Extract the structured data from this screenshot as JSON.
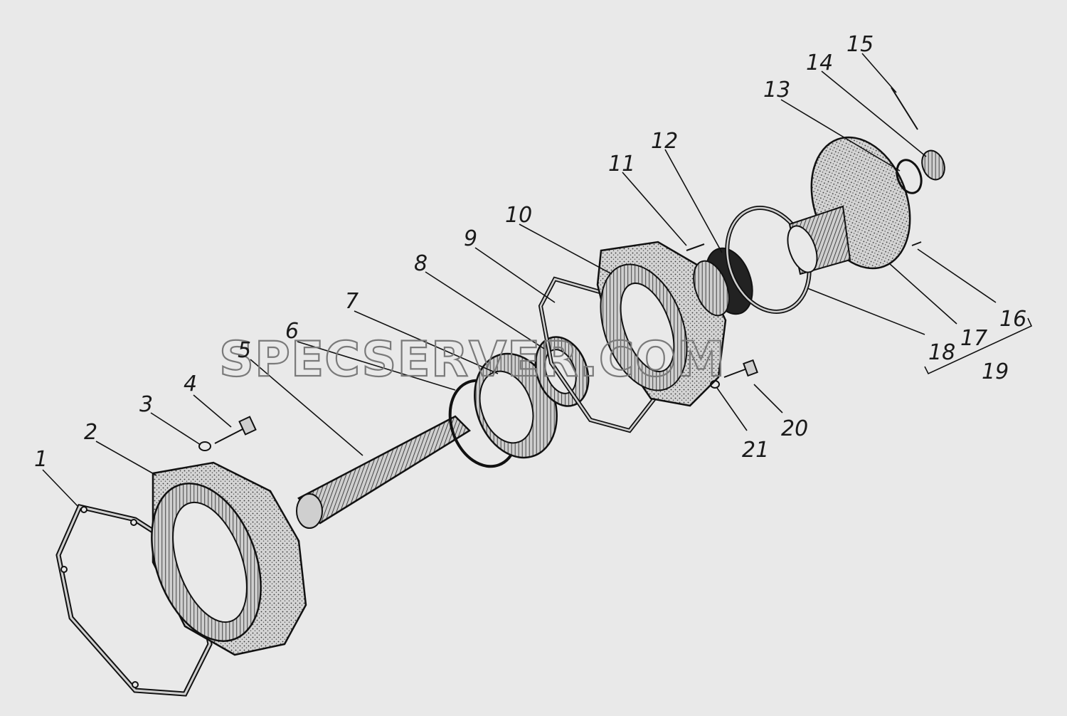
{
  "callouts": [
    {
      "id": "1",
      "label": "1"
    },
    {
      "id": "2",
      "label": "2"
    },
    {
      "id": "3",
      "label": "3"
    },
    {
      "id": "4",
      "label": "4"
    },
    {
      "id": "5",
      "label": "5"
    },
    {
      "id": "6",
      "label": "6"
    },
    {
      "id": "7",
      "label": "7"
    },
    {
      "id": "8",
      "label": "8"
    },
    {
      "id": "9",
      "label": "9"
    },
    {
      "id": "10",
      "label": "10"
    },
    {
      "id": "11",
      "label": "11"
    },
    {
      "id": "12",
      "label": "12"
    },
    {
      "id": "13",
      "label": "13"
    },
    {
      "id": "14",
      "label": "14"
    },
    {
      "id": "15",
      "label": "15"
    },
    {
      "id": "16",
      "label": "16"
    },
    {
      "id": "17",
      "label": "17"
    },
    {
      "id": "18",
      "label": "18"
    },
    {
      "id": "19",
      "label": "19"
    },
    {
      "id": "20",
      "label": "20"
    },
    {
      "id": "21",
      "label": "21"
    }
  ],
  "watermark": "SPECSERVER.COM",
  "colors": {
    "background": "#e9e9e9",
    "ink": "#111111",
    "watermark": "#7a7a7a"
  }
}
